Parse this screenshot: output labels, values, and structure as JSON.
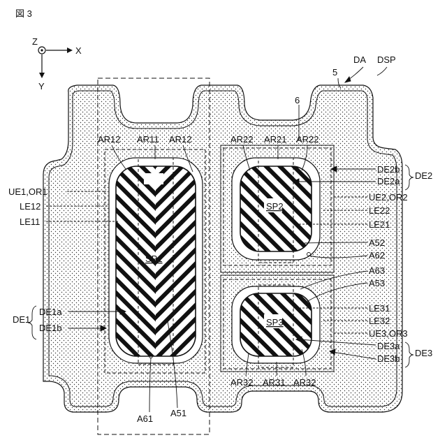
{
  "figure": {
    "title": "図 3"
  },
  "axes": {
    "z": "Z",
    "x": "X",
    "y": "Y"
  },
  "top_labels": {
    "da": "DA",
    "dsp": "DSP",
    "five": "5",
    "six": "6"
  },
  "sp1": {
    "name": "SP1",
    "ar_left": "AR12",
    "ar_mid": "AR11",
    "ar_right": "AR12"
  },
  "sp2": {
    "name": "SP2",
    "ar_left": "AR22",
    "ar_mid": "AR21",
    "ar_right": "AR22"
  },
  "sp3": {
    "name": "SP3",
    "ar_left": "AR32",
    "ar_mid": "AR31",
    "ar_right": "AR32"
  },
  "left_labels": {
    "ue1": "UE1,OR1",
    "le12": "LE12",
    "le11": "LE11",
    "de1": "DE1",
    "de1a": "DE1a",
    "de1b": "DE1b"
  },
  "right_labels": {
    "de2b": "DE2b",
    "de2a": "DE2a",
    "de2": "DE2",
    "ue2": "UE2,OR2",
    "le22": "LE22",
    "le21": "LE21",
    "a52": "A52",
    "a62": "A62",
    "a63": "A63",
    "a53": "A53",
    "le31": "LE31",
    "le32": "LE32",
    "ue3": "UE3,OR3",
    "de3a": "DE3a",
    "de3b": "DE3b",
    "de3": "DE3"
  },
  "bottom_labels": {
    "a61": "A61",
    "a51": "A51"
  }
}
